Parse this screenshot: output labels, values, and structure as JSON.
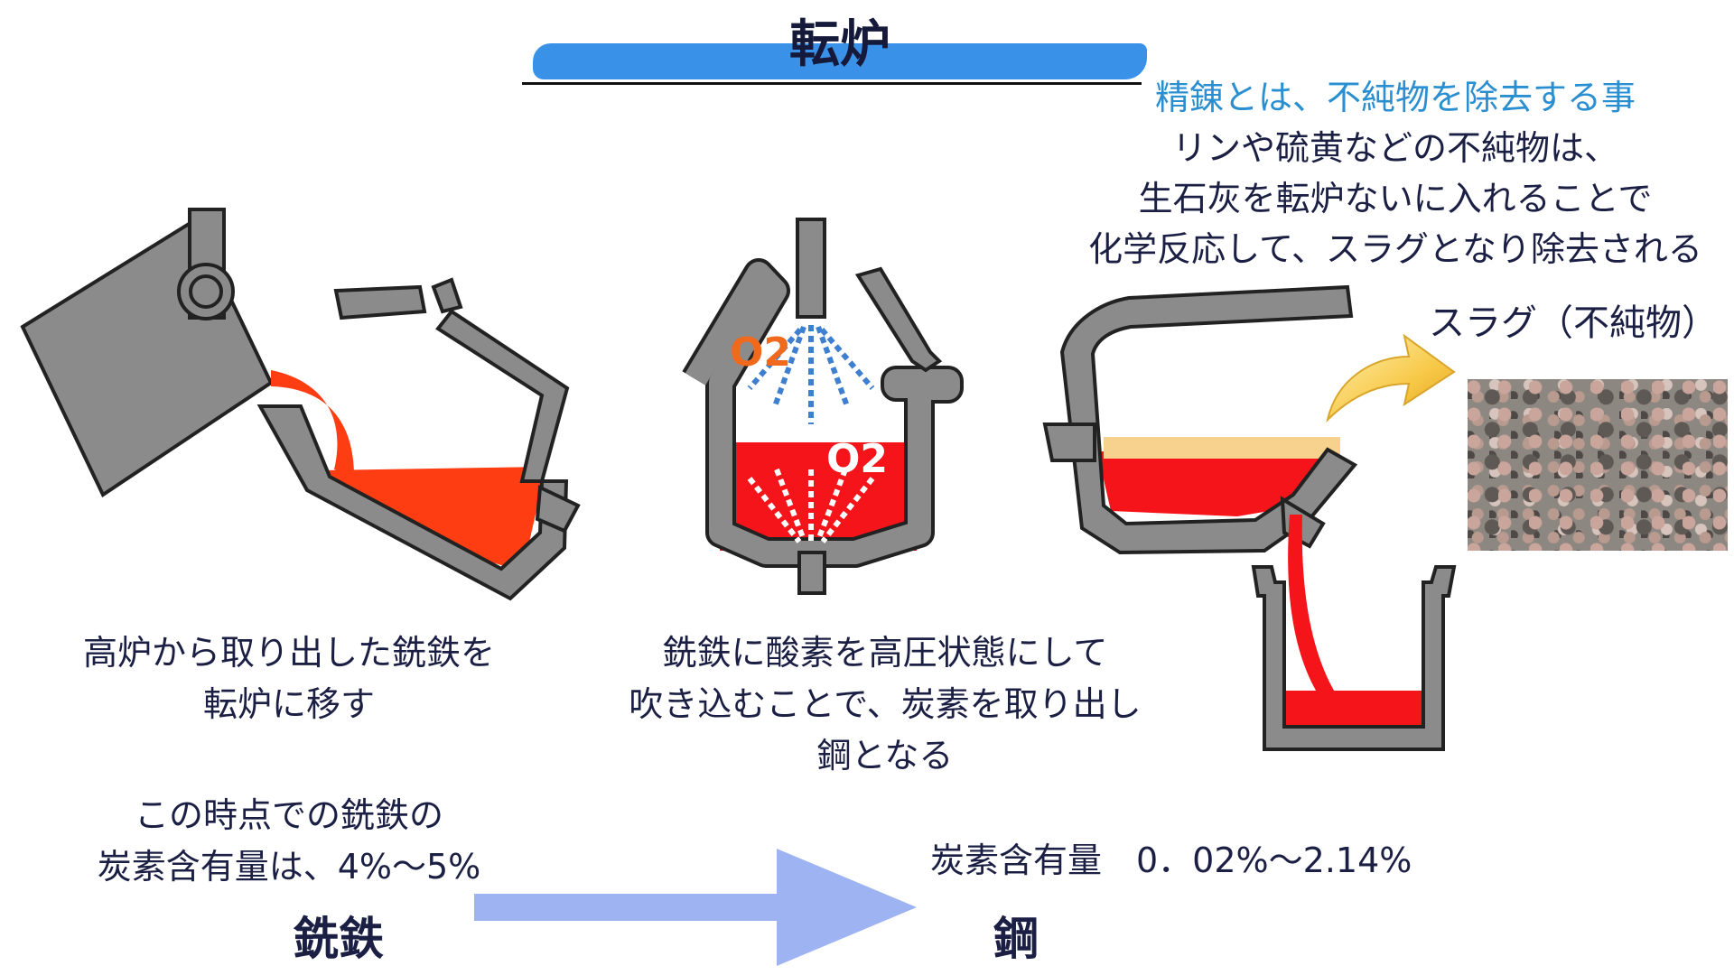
{
  "title": "転炉",
  "refining_note": {
    "heading": "精錬とは、不純物を除去する事",
    "lines": [
      "リンや硫黄などの不純物は、",
      "生石灰を転炉ないに入れることで",
      "化学反応して、スラグとなり除去される"
    ]
  },
  "slag_label": "スラグ（不純物）",
  "oxygen_label": {
    "top": "O2",
    "inner": "O2"
  },
  "step1_caption": [
    "高炉から取り出した銑鉄を",
    "転炉に移す"
  ],
  "step2_caption": [
    "銑鉄に酸素を高圧状態にして",
    "吹き込むことで、炭素を取り出し",
    "鋼となる"
  ],
  "pig_iron_note": [
    "この時点での銑鉄の",
    "炭素含有量は、4%〜5%"
  ],
  "steel_note": "炭素含有量　0．02%〜2.14%",
  "pig_iron_label": "銑鉄",
  "steel_label": "鋼",
  "colors": {
    "accent_blue": "#3a92e8",
    "heading_blue": "#2a8fd1",
    "molten": "#ff3d12",
    "molten_red": "#f5141a",
    "vessel_gray": "#8b8b8b",
    "arrow": "#9db3f2",
    "slag_layer": "#f6d28e"
  }
}
